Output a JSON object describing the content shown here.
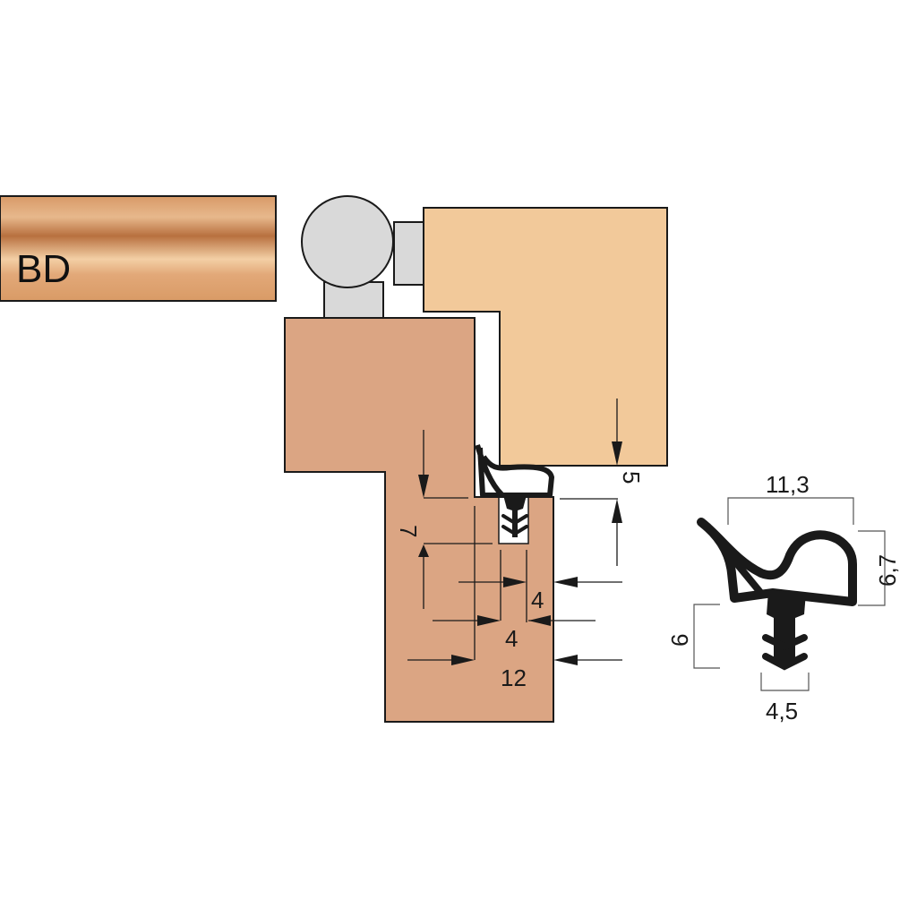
{
  "swatch": {
    "label": "BD",
    "colors": {
      "dark": "#b8703f",
      "light": "#e8b487"
    }
  },
  "colors": {
    "sash": "#f2c99a",
    "frame": "#dba583",
    "hinge": "#d9d9d9",
    "seal": "#1a1a1a"
  },
  "installation_dimensions": {
    "d7": "7",
    "d5": "5",
    "d4_upper": "4",
    "d4_lower": "4",
    "d12": "12"
  },
  "profile_dimensions": {
    "width": "11,3",
    "height_top": "6,7",
    "height_stem": "6",
    "stem_width": "4,5"
  }
}
